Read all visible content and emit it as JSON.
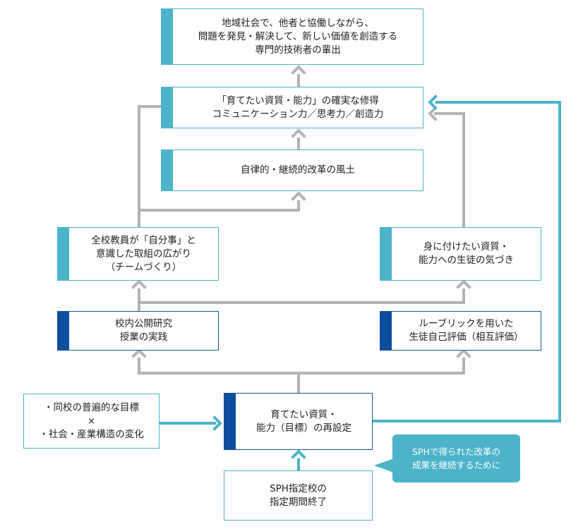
{
  "boxes": {
    "goal": [
      "地域社会で、他者と協働しながら、",
      "問題を発見・解決して、新しい価値を創造する",
      "専門的技術者の輩出"
    ],
    "mastery": [
      "「育てたい資質・能力」の確実な修得",
      "コミュニケーション力／思考力／創造力"
    ],
    "culture": [
      "自律的・継続的改革の風土"
    ],
    "team": [
      "全校教員が「自分事」と",
      "意識した取組の広がり",
      "（チームづくり）"
    ],
    "awareness": [
      "身に付けたい資質・",
      "能力への生徒の気づき"
    ],
    "research": [
      "校内公開研究",
      "授業の実践"
    ],
    "rubric": [
      "ルーブリックを用いた",
      "生徒自己評価（相互評価）"
    ],
    "context": [
      "・同校の普遍的な目標",
      "×",
      "・社会・産業構造の変化"
    ],
    "reset": [
      "育てたい資質・",
      "能力（目標）の再設定"
    ],
    "sph": [
      "SPH指定校の",
      "指定期間終了"
    ]
  },
  "callout": [
    "SPHで得られた改革の",
    "成果を継続するために"
  ],
  "colors": {
    "accent_light": "#4bb4c9",
    "accent_dark": "#0d4f9e",
    "connector_gray": "#b3b3b3"
  }
}
